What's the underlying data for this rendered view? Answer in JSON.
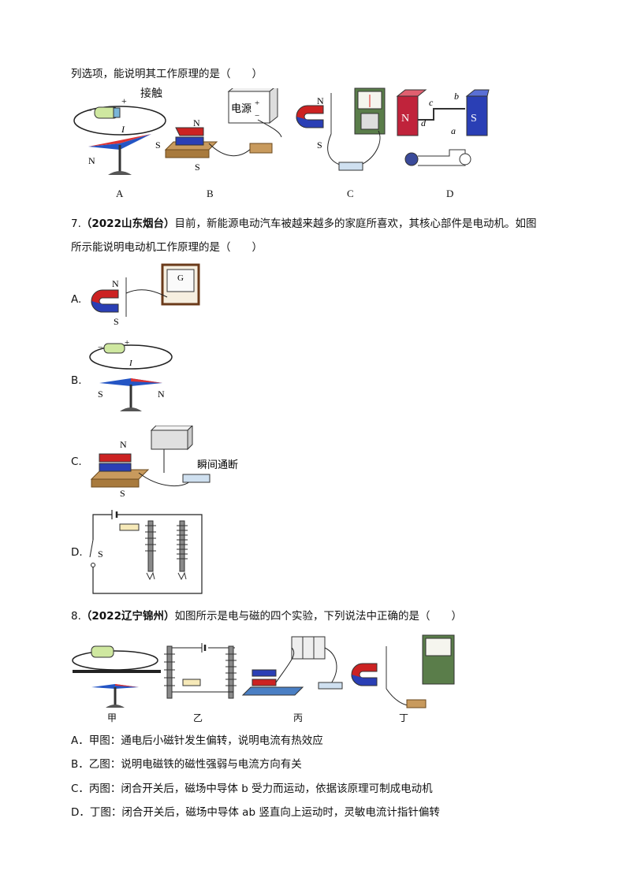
{
  "q6": {
    "stem_tail": "列选项，能说明其工作原理的是（　　）",
    "labels": [
      "A",
      "B",
      "C",
      "D"
    ],
    "fig_text": {
      "contact": "接触",
      "power": "电源",
      "plus": "+",
      "minus": "−",
      "I": "I",
      "N": "N",
      "S": "S",
      "a": "a",
      "b": "b",
      "c": "c",
      "d": "d"
    }
  },
  "q7": {
    "number": "7.",
    "source": "（2022山东烟台）",
    "line1": "目前，新能源电动汽车被越来越多的家庭所喜欢，其核心部件是电动机。如图",
    "line2": "所示能说明电动机工作原理的是（　　）",
    "options": [
      "A.",
      "B.",
      "C.",
      "D."
    ],
    "fig_text": {
      "G": "G",
      "instant": "瞬间通断",
      "N": "N",
      "S": "S",
      "I": "I"
    }
  },
  "q8": {
    "number": "8.",
    "source": "（2022辽宁锦州）",
    "stem": "如图所示是电与磁的四个实验，下列说法中正确的是（　　）",
    "fig_labels": [
      "甲",
      "乙",
      "丙",
      "丁"
    ],
    "options": [
      "A．甲图：通电后小磁针发生偏转，说明电流有热效应",
      "B．乙图：说明电磁铁的磁性强弱与电流方向有关",
      "C．丙图：闭合开关后，磁场中导体 b 受力而运动，依据该原理可制成电动机",
      "D．丁图：闭合开关后，磁场中导体 ab 竖直向上运动时，灵敏电流计指针偏转"
    ]
  }
}
